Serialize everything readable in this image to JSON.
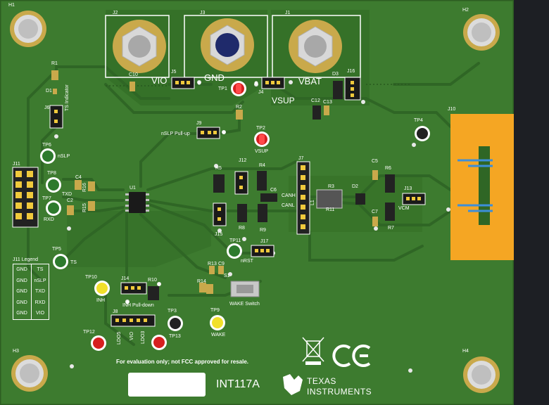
{
  "board": {
    "colors": {
      "pcb": "#3c7a2e",
      "pcb_dark": "#2e6523",
      "trace": "#35702a",
      "copper_pad": "#c9a94b",
      "hole": "#d8d8d8",
      "connector_orange": "#f5a623",
      "silk": "#ffffff"
    },
    "mounting_holes": [
      "H1",
      "H2",
      "H3",
      "H4"
    ],
    "connectors": {
      "j2": "J2",
      "j3": "J3",
      "j1": "J1",
      "j10": "J10",
      "gnd": "GND",
      "vio": "VIO",
      "vbat": "VBAT",
      "vsup": "VSUP"
    },
    "refs": {
      "r1": "R1",
      "d1": "D1",
      "ts_indicator": "TS Indicator",
      "j6": "J6",
      "c10": "C10",
      "j5": "J5",
      "tp1": "TP1",
      "j4": "J4",
      "d3": "D3",
      "j16": "J16",
      "c12": "C12",
      "c13": "C13",
      "r2": "R2",
      "j9": "J9",
      "nslp_pullup": "nSLP Pull-up",
      "tp2": "TP2",
      "vsup_tp": "VSUP",
      "tp4": "TP4",
      "tp6": "TP6",
      "nslp": "nSLP",
      "j11": "J11",
      "tp8": "TP8",
      "txd": "TXD",
      "c4": "C4",
      "r16": "R16",
      "tp7": "TP7",
      "c2": "C2",
      "r15": "R15",
      "rxd": "RXD",
      "u1": "U1",
      "r5": "R5",
      "j12": "J12",
      "r4": "R4",
      "c6": "C6",
      "canh": "CANH",
      "canl": "CANL",
      "j7": "J7",
      "l1": "L1",
      "r3": "R3",
      "r11": "R11",
      "d2": "D2",
      "c5": "C5",
      "r6": "R6",
      "j13": "J13",
      "vcm": "VCM",
      "c7": "C7",
      "r7": "R7",
      "r8": "R8",
      "r9": "R9",
      "j15": "J15",
      "tp11": "TP11",
      "j17": "J17",
      "nrst": "nRST",
      "tp5": "TP5",
      "ts": "TS",
      "tp10": "TP10",
      "inh": "INH",
      "j14": "J14",
      "r10": "R10",
      "inh_pulldown": "INH Pull-down",
      "r13": "R13",
      "c9": "C9",
      "s1": "S1",
      "r14": "R14",
      "wake_switch": "WAKE Switch",
      "tp9": "TP9",
      "wake": "WAKE",
      "j8": "J8",
      "ldo5": "LDO5",
      "vio_j8": "VIO",
      "ldo3": "LDO3",
      "tp3": "TP3",
      "tp12": "TP12",
      "tp13": "TP13"
    },
    "legend": {
      "title": "J11 Legend",
      "left": [
        "GND",
        "GND",
        "GND",
        "GND",
        "GND"
      ],
      "right": [
        "TS",
        "nSLP",
        "TXD",
        "RXD",
        "VIO"
      ]
    },
    "footer": {
      "disclaimer": "For evaluation only; not FCC approved for resale.",
      "board_id": "INT117A",
      "brand_line1": "Texas",
      "brand_line2": "Instruments"
    }
  }
}
